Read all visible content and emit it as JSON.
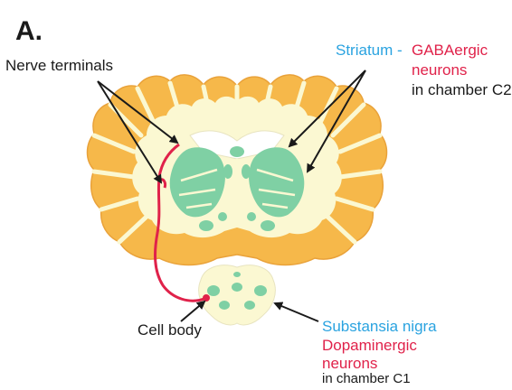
{
  "panel_label": "A.",
  "labels": {
    "nerve_terminals": "Nerve terminals",
    "striatum_name": "Striatum -",
    "striatum_type_line1": "GABAergic",
    "striatum_type_line2": "neurons",
    "striatum_chamber": "in chamber C2",
    "cell_body": "Cell body",
    "sn_name": "Substansia nigra",
    "sn_type_line1": "Dopaminergic",
    "sn_type_line2": "neurons",
    "sn_chamber": "in chamber C1"
  },
  "colors": {
    "cortex_orange": "#f6b84a",
    "white_matter": "#fbf8d2",
    "striatum_green": "#7fd0a4",
    "neuron_red": "#e0224a",
    "label_blue": "#2aa3e0",
    "label_black": "#1a1a1a"
  }
}
